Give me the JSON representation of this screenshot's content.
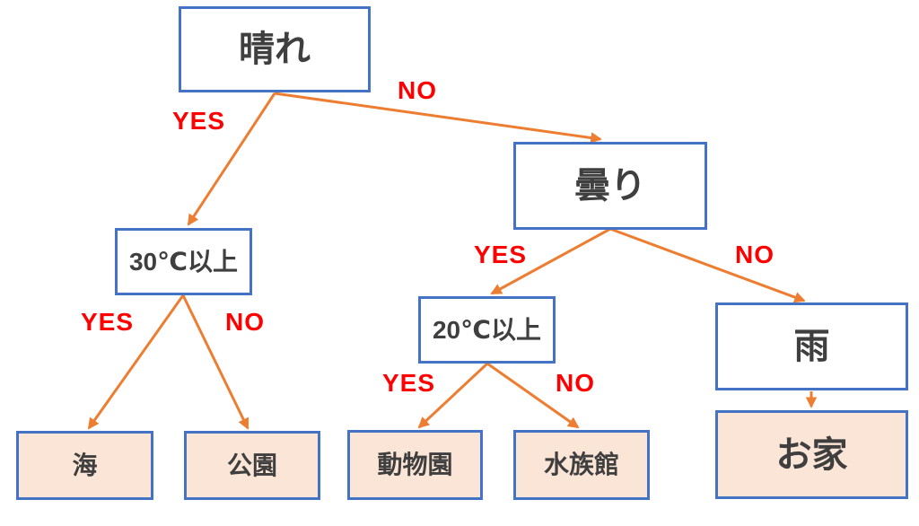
{
  "diagram": {
    "kind": "decision-tree",
    "colors": {
      "node_border": "#4472C4",
      "decision_fill": "#FFFFFF",
      "leaf_fill": "#FBE5D6",
      "node_text": "#3F3F3F",
      "arrow": "#ED7D31",
      "branch_label": "#FF0000",
      "background": "#FFFFFF"
    },
    "nodes": {
      "sunny": {
        "label": "晴れ",
        "type": "decision"
      },
      "cloudy": {
        "label": "曇り",
        "type": "decision"
      },
      "temp30": {
        "label": "30℃以上",
        "type": "decision"
      },
      "temp20": {
        "label": "20℃以上",
        "type": "decision"
      },
      "rain": {
        "label": "雨",
        "type": "decision"
      },
      "sea": {
        "label": "海",
        "type": "leaf"
      },
      "park": {
        "label": "公園",
        "type": "leaf"
      },
      "zoo": {
        "label": "動物園",
        "type": "leaf"
      },
      "aquarium": {
        "label": "水族館",
        "type": "leaf"
      },
      "home": {
        "label": "お家",
        "type": "leaf"
      }
    },
    "edges": [
      {
        "from": "sunny",
        "to": "temp30",
        "label": "YES"
      },
      {
        "from": "sunny",
        "to": "cloudy",
        "label": "NO"
      },
      {
        "from": "cloudy",
        "to": "temp20",
        "label": "YES"
      },
      {
        "from": "cloudy",
        "to": "rain",
        "label": "NO"
      },
      {
        "from": "temp30",
        "to": "sea",
        "label": "YES"
      },
      {
        "from": "temp30",
        "to": "park",
        "label": "NO"
      },
      {
        "from": "temp20",
        "to": "zoo",
        "label": "YES"
      },
      {
        "from": "temp20",
        "to": "aquarium",
        "label": "NO"
      },
      {
        "from": "rain",
        "to": "home",
        "label": ""
      }
    ]
  }
}
